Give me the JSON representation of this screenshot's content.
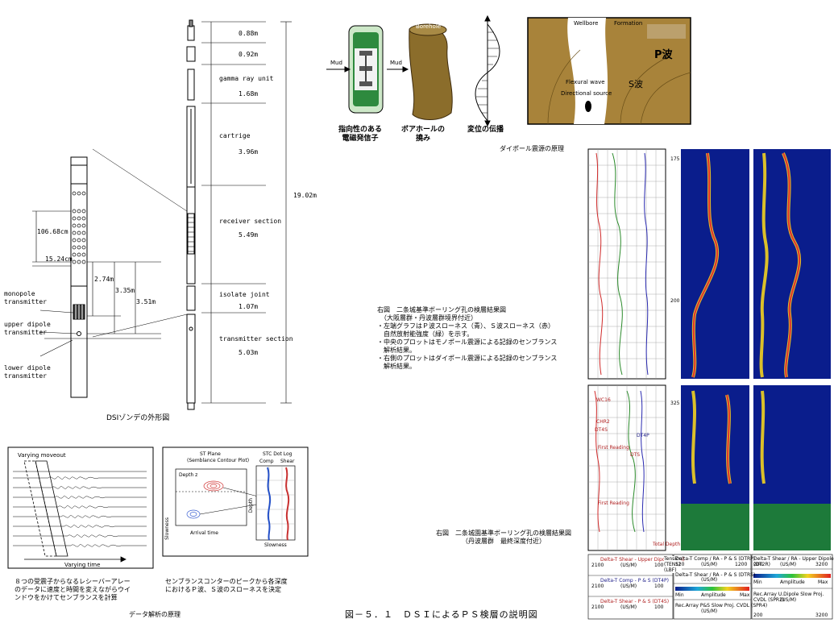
{
  "tool": {
    "sections": [
      {
        "label": "",
        "length": "0.88m"
      },
      {
        "label": "",
        "length": "0.92m"
      },
      {
        "label": "gamma ray unit",
        "length": "1.68m"
      },
      {
        "label": "cartrige",
        "length": "3.96m"
      },
      {
        "label": "receiver section",
        "length": "5.49m"
      },
      {
        "label": "isolate joint",
        "length": "1.07m"
      },
      {
        "label": "transmitter section",
        "length": "5.03m"
      }
    ],
    "total_length": "19.02m"
  },
  "detail": {
    "receiver_spacing": "106.68cm",
    "receiver_gap": "15.24cm",
    "offset_1": "2.74m",
    "offset_2": "3.35m",
    "offset_3": "3.51m",
    "monopole": "monopole\ntransmitter",
    "upper_dipole": "upper dipole\ntransmitter",
    "lower_dipole": "lower dipole\ntransmitter",
    "caption": "DSIゾンデの外形図"
  },
  "principle": {
    "mud_1": "Mud",
    "mud_2": "Mud",
    "borehole": "Borehole",
    "source_caption": "指向性のある\n電磁発信子",
    "flex_caption": "ボアホールの\n撓み",
    "disp_caption": "変位の伝播",
    "caption": "ダイポール震源の原理",
    "wellbore": "Wellbore",
    "formation": "Formation",
    "p_wave": "P波",
    "s_wave": "S波",
    "flexural": "Flexural wave",
    "directional": "Directional source"
  },
  "analysis": {
    "varying_moveout": "Varying moveout",
    "varying_time": "Varying time",
    "st_plane": "ST Plane",
    "st_plane_sub": "(Semblance Contour Plot)",
    "depth_z": "Depth z",
    "slowness": "Slowness",
    "arrival_time": "Arrival time",
    "stc_log": "STC Dot Log",
    "comp": "Comp",
    "shear": "Shear",
    "depth": "Depth",
    "slowness_2": "Slowness",
    "note_left": "８つの受震子からなるレシーバーアレー\nのデータに速度と時間を変えながらウイ\nンドウをかけてセンブランスを計算",
    "note_right": "センブランスコンターのピークから各深度\nにおけるＰ波、Ｓ波のスローネスを決定",
    "caption": "データ解析の原理"
  },
  "notes": {
    "upper": "右図　二条城基準ボーリング孔の検層結果図\n　（大阪層群・丹波層群境界付近）\n・左端グラフはＰ波スローネス（青）、Ｓ波スローネス（赤）\n　自然放射能強度（緑）を示す。\n・中央のプロットはモノポール震源による記録のセンブランス\n　解析結果。\n・右側のプロットはダイポール震源による記録のセンブランス\n　解析結果。",
    "lower": "右図　二条城園基準ボーリング孔の検層結果図\n（丹波層群　最終深度付近）"
  },
  "log": {
    "depth_175": "175",
    "depth_200": "200",
    "depth_325": "325",
    "wc": "WC16",
    "chr": "CHR2",
    "dt4s": "DT4S",
    "dt4p": "DT4P",
    "first_reading_1": "First Reading",
    "first_reading_2": "First Reading",
    "dts": "DTS",
    "total_depth": "Total Depth"
  },
  "legend": {
    "l1": "Delta-T Shear - Upper Dipole (DTS)",
    "l1u": "(US/M)",
    "l2": "Delta-T Comp - P & S (DT4P)",
    "l2u": "(US/M)",
    "l3": "Delta-T Shear - P & S (DT4S)",
    "l3u": "(US/M)",
    "tension": "Tension\n(TENS)\n(LBF)",
    "m1": "Delta-T Comp / RA - P & S (DTRP)",
    "m1u": "(US/M)",
    "m2": "Delta-T Shear / RA - P & S (DTRS)",
    "m2u": "(US/M)",
    "m3": "Amplitude",
    "m4": "Rec.Array P&S Slow Proj. CVDL (SPR4)",
    "m4u": "(US/M)",
    "r1": "Delta-T Shear / RA - Upper Dipole (DT2R)",
    "r1u": "(US/M)",
    "r2": "Amplitude",
    "r3": "Rec.Array U.Dipole Slow Proj. CVDL (SPR2)",
    "r3u": "(US/M)",
    "min": "Min",
    "max": "Max",
    "n2100": "2100",
    "n100": "100",
    "n120": "120",
    "n1200": "1200",
    "n200": "200",
    "n3200": "3200",
    "n2000": "2000",
    "n0": "0"
  },
  "main_caption": "図－５．１　ＤＳＩによるＰＳ検層の説明図"
}
